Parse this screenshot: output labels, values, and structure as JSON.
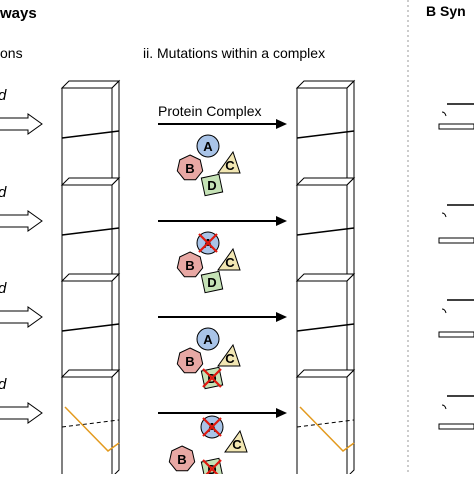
{
  "headings": {
    "panel_a_title_fragment": "ways",
    "col_i_label_fragment": "ons",
    "col_ii_label": "ii. Mutations within a complex",
    "panel_b_title_fragment": "B Syn",
    "protein_complex_label": "Protein Complex"
  },
  "rows": [
    {
      "row_letter": "d",
      "A": "A",
      "B": "B",
      "C": "C",
      "D": "D",
      "mutated": [],
      "remnant_fitness_line": false,
      "result_fitness_line": false
    },
    {
      "row_letter": "d",
      "A": "A",
      "B": "B",
      "C": "C",
      "D": "D",
      "mutated": [
        "A"
      ],
      "remnant_fitness_line": false,
      "result_fitness_line": false
    },
    {
      "row_letter": "d",
      "A": "A",
      "B": "B",
      "C": "C",
      "D": "D",
      "mutated": [
        "D"
      ],
      "remnant_fitness_line": false,
      "result_fitness_line": false
    },
    {
      "row_letter": "d",
      "A": "A",
      "B": "B",
      "C": "C",
      "D": "D",
      "mutated": [
        "A",
        "D"
      ],
      "remnant_fitness_line": true,
      "result_fitness_line": true
    }
  ],
  "colors": {
    "protein_A": "#a9c4e8",
    "protein_B": "#e8a8a4",
    "protein_C": "#f2e7b3",
    "protein_D": "#c5e2b6",
    "mutation_x": "#e0190f",
    "fitness_line": "#e39a1e",
    "divider": "#9a9a9a",
    "stroke": "#000000"
  }
}
